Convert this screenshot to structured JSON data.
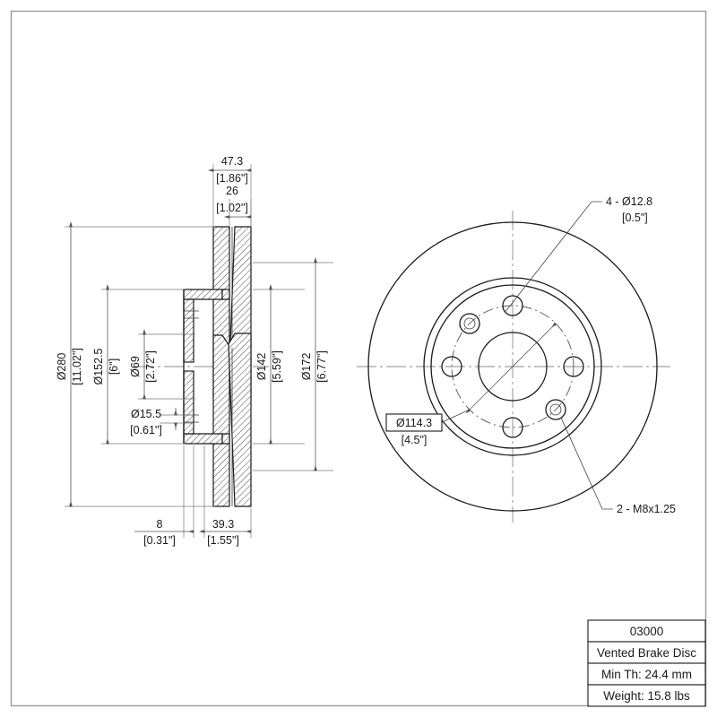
{
  "sheet": {
    "background": "#ffffff",
    "border_color": "#9a9a9a"
  },
  "title_block": {
    "part_number": "03000",
    "description": "Vented Brake Disc",
    "min_thickness": "Min Th: 24.4 mm",
    "weight": "Weight: 15.8 lbs"
  },
  "section_view": {
    "dimensions": {
      "overall_width_mm": "47.3",
      "overall_width_in": "[1.86\"]",
      "plate_width_mm": "26",
      "plate_width_in": "[1.02\"]",
      "outer_dia_mm": "Ø280",
      "outer_dia_in": "[11.02\"]",
      "hat_dia_mm": "Ø152.5",
      "hat_dia_in": "[6\"]",
      "bore_dia_mm": "Ø69",
      "bore_dia_in": "[2.72\"]",
      "small_hole_dia_mm": "Ø15.5",
      "small_hole_dia_in": "[0.61\"]",
      "inner_ring_dia_mm": "Ø142",
      "inner_ring_dia_in": "[5.59\"]",
      "mid_ring_dia_mm": "Ø172",
      "mid_ring_dia_in": "[6.77\"]",
      "hat_depth_mm": "8",
      "hat_depth_in": "[0.31\"]",
      "offset_mm": "39.3",
      "offset_in": "[1.55\"]"
    }
  },
  "face_view": {
    "callouts": {
      "lug_holes_line1": "4 - Ø12.8",
      "lug_holes_line2": "[0.5\"]",
      "bolt_circle_mm": "Ø114.3",
      "bolt_circle_in": "[4.5\"]",
      "threaded_holes": "2 - M8x1.25"
    }
  }
}
